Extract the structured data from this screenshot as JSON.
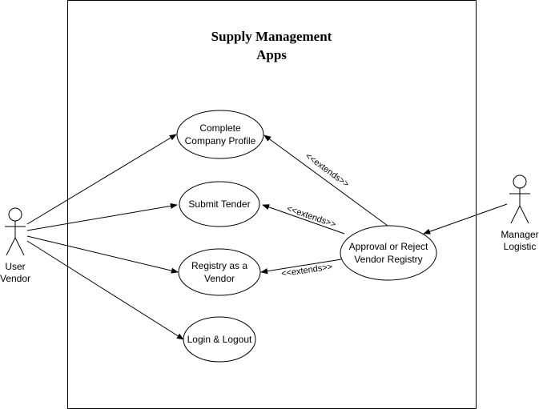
{
  "system": {
    "title_line1": "Supply Management",
    "title_line2": "Apps"
  },
  "actors": {
    "user": {
      "line1": "User",
      "line2": "Vendor"
    },
    "manager": {
      "line1": "Manager",
      "line2": "Logistic"
    }
  },
  "use_cases": {
    "complete_profile": {
      "line1": "Complete",
      "line2": "Company Profile"
    },
    "submit_tender": {
      "line1": "Submit Tender"
    },
    "registry": {
      "line1": "Registry as a",
      "line2": "Vendor"
    },
    "login": {
      "line1": "Login & Logout"
    },
    "approval": {
      "line1": "Approval or Reject",
      "line2": "Vendor Registry"
    }
  },
  "relations": {
    "extends_label_1": "<<extends>>",
    "extends_label_2": "<<extends>>",
    "extends_label_3": "<<extends>>"
  }
}
